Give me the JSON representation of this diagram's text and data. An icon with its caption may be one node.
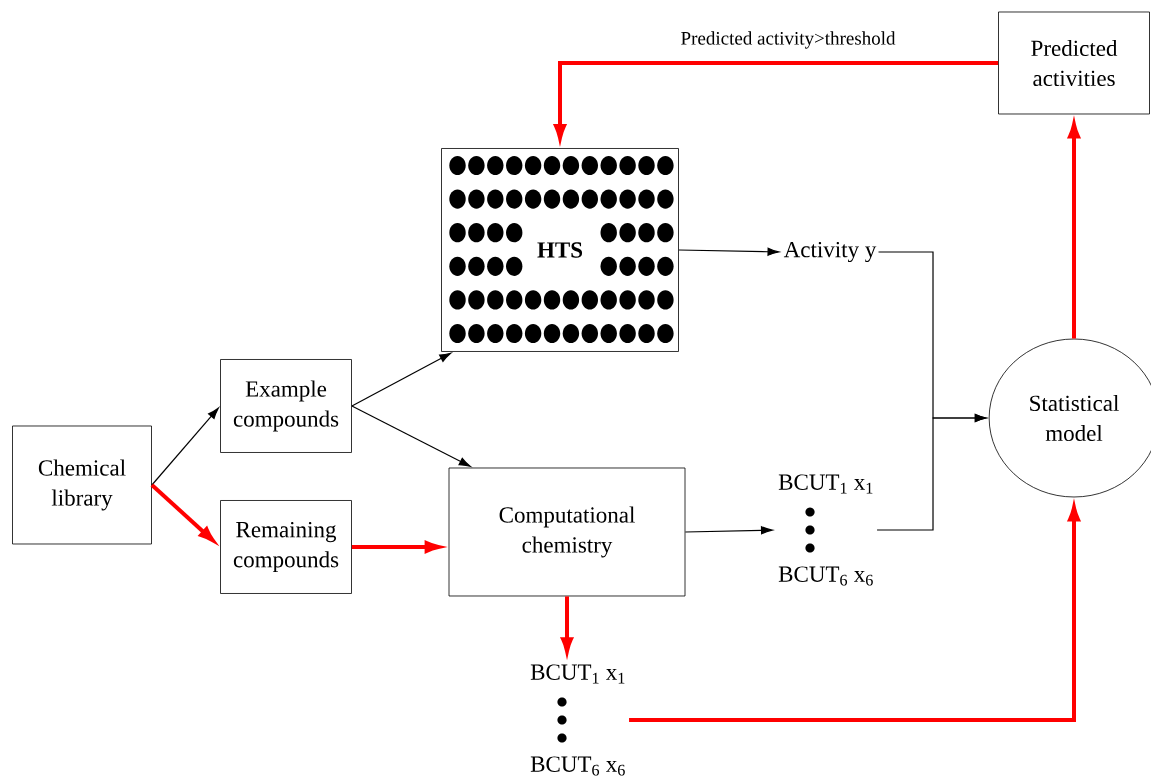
{
  "diagram": {
    "nodes": [
      {
        "text": [
          "Chemical library"
        ]
      },
      {
        "text": [
          "Example compounds"
        ]
      },
      {
        "text": [
          "Remaining compounds"
        ]
      },
      {
        "text": [
          "HTS"
        ]
      },
      {
        "text": [
          "Computational chemistry"
        ]
      },
      {
        "text": [
          "Activity  y"
        ]
      },
      {
        "text": [
          "BCUT$_{1}$  x$_{1}$",
          "BCUT$_{6}$  x$_{6}$"
        ]
      },
      {
        "text": [
          "Statistical model"
        ]
      },
      {
        "text": [
          "Predicted activities"
        ]
      },
      {
        "text": [
          "BCUT$_{1}$  x$_{1}$",
          "BCUT$_{6}$  x$_{6}$"
        ]
      }
    ],
    "edges": [
      {
        "from": 0,
        "to": 1,
        "arrow": "to"
      },
      {
        "from": 0,
        "to": 2,
        "arrow": "to",
        "style": "thick",
        "color": "#ff0000"
      },
      {
        "from": 1,
        "to": 3,
        "arrow": "to"
      },
      {
        "from": 1,
        "to": 4,
        "arrow": "to"
      },
      {
        "from": 2,
        "to": 4,
        "arrow": "to",
        "style": "thick",
        "color": "#ff0000"
      },
      {
        "from": 3,
        "to": 5,
        "arrow": "to"
      },
      {
        "from": 4,
        "to": 6,
        "arrow": "to"
      },
      {
        "from": 5,
        "to": 7,
        "arrow": "to"
      },
      {
        "from": 6,
        "to": 7,
        "arrow": "to"
      },
      {
        "from": 7,
        "to": 8,
        "arrow": "to",
        "style": "thick",
        "color": "#ff0000"
      },
      {
        "from": 8,
        "to": 3,
        "arrow": "to",
        "style": "thick",
        "color": "#ff0000",
        "label": "Predicted activity>threshold"
      },
      {
        "from": 4,
        "to": 9,
        "arrow": "to",
        "style": "thick",
        "color": "#ff0000"
      },
      {
        "from": 9,
        "to": 7,
        "arrow": "to",
        "style": "thick",
        "color": "#ff0000"
      }
    ]
  }
}
